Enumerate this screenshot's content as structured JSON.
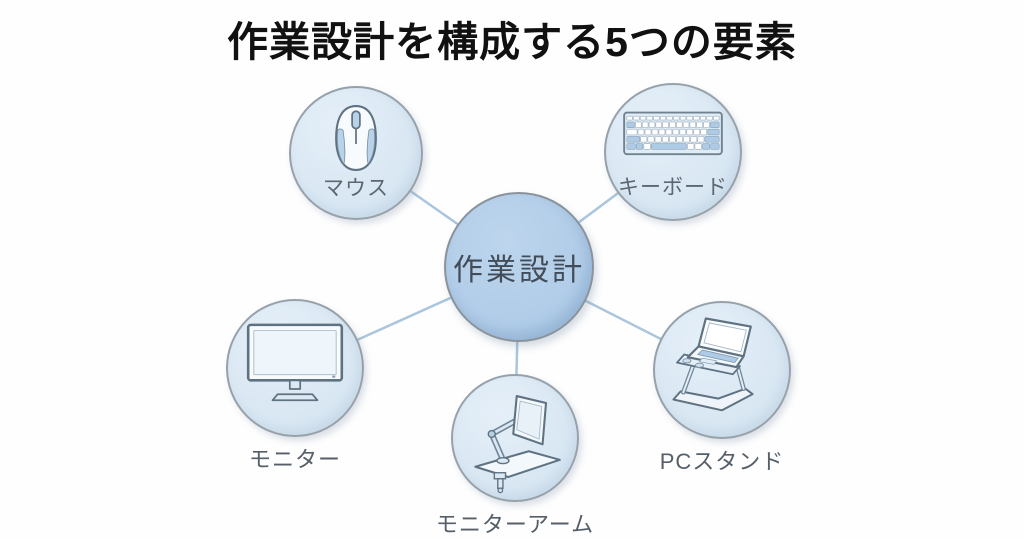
{
  "title": "作業設計を構成する5つの要素",
  "center": {
    "label": "作業設計"
  },
  "nodes": [
    {
      "id": "mouse",
      "label": "マウス",
      "icon": "mouse-icon",
      "label_position": "inside"
    },
    {
      "id": "keyboard",
      "label": "キーボード",
      "icon": "keyboard-icon",
      "label_position": "inside"
    },
    {
      "id": "monitor",
      "label": "モニター",
      "icon": "monitor-icon",
      "label_position": "below"
    },
    {
      "id": "monitor-arm",
      "label": "モニターアーム",
      "icon": "monitor-arm-icon",
      "label_position": "below"
    },
    {
      "id": "pc-stand",
      "label": "PCスタンド",
      "icon": "laptop-stand-icon",
      "label_position": "below"
    }
  ],
  "colors": {
    "background": "#fefefe",
    "title_text": "#111111",
    "hub_fill": "#b2cde8",
    "hub_border": "#8a939b",
    "node_fill": "#dce9f4",
    "node_border": "#97a1aa",
    "connector_line": "#a9c6de",
    "hub_text": "#414c58",
    "label_text": "#5c6772",
    "icon_stroke": "#5f7282",
    "icon_accent": "#b7d2e9"
  }
}
